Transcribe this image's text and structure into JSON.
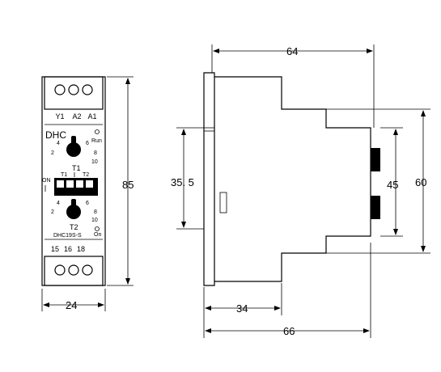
{
  "front_view": {
    "top_terminals": [
      "Y1",
      "A2",
      "A1"
    ],
    "brand": "DHC",
    "run_led": "Run",
    "on_led": "On",
    "knob_t1": {
      "label": "T1",
      "scale": [
        "2",
        "4",
        "6",
        "8",
        "10"
      ]
    },
    "knob_t2": {
      "label": "T2",
      "scale": [
        "2",
        "4",
        "6",
        "8",
        "10"
      ]
    },
    "switch_on": "ON",
    "switch_t1": "T1",
    "switch_t2": "T2",
    "model": "DHC19S-S",
    "bottom_terminals": [
      "15",
      "16",
      "18"
    ]
  },
  "dimensions": {
    "front_height": "85",
    "front_width": "24",
    "top_width": "64",
    "rail_offset": "35. 5",
    "rail_height": "45",
    "total_height": "60",
    "depth_rail": "34",
    "depth_total": "66"
  }
}
